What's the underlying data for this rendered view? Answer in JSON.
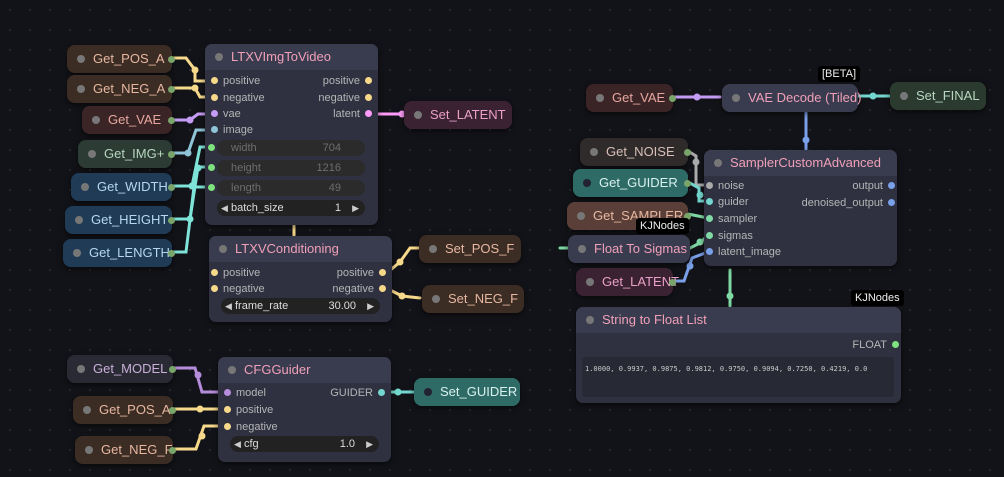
{
  "colors": {
    "canvas": "#121318",
    "latent_wire": "#ff9cf9",
    "int_wire": "#7ee3d8",
    "conditioning_wire": "#f7d98b",
    "vae_wire": "#c59cf5",
    "guider_wire": "#74d7cf",
    "sigmas_wire": "#7fd9a5",
    "model_wire": "#b58ddb"
  },
  "nodes": {
    "get_pos_a": "Get_POS_A",
    "get_neg_a": "Get_NEG_A",
    "get_vae": "Get_VAE",
    "get_img": "Get_IMG+",
    "get_width": "Get_WIDTH",
    "get_height": "Get_HEIGHT",
    "get_length": "Get_LENGTH",
    "ltxv_img_to_video": {
      "title": "LTXVImgToVideo",
      "inputs": [
        "positive",
        "negative",
        "vae",
        "image"
      ],
      "outputs": [
        "positive",
        "negative",
        "latent"
      ],
      "widgets": [
        {
          "label": "width",
          "value": "704"
        },
        {
          "label": "height",
          "value": "1216"
        },
        {
          "label": "length",
          "value": "49"
        },
        {
          "label": "batch_size",
          "value": "1"
        }
      ]
    },
    "set_latent": "Set_LATENT",
    "ltxv_conditioning": {
      "title": "LTXVConditioning",
      "inputs": [
        "positive",
        "negative"
      ],
      "outputs": [
        "positive",
        "negative"
      ],
      "widget": {
        "label": "frame_rate",
        "value": "30.00"
      }
    },
    "set_pos_f": "Set_POS_F",
    "set_neg_f": "Set_NEG_F",
    "get_model": "Get_MODEL",
    "get_pos_a2": "Get_POS_A",
    "get_neg_f": "Get_NEG_F",
    "cfg_guider": {
      "title": "CFGGuider",
      "inputs": [
        "model",
        "positive",
        "negative"
      ],
      "output": "GUIDER",
      "widget": {
        "label": "cfg",
        "value": "1.0"
      }
    },
    "set_guider": "Set_GUIDER",
    "get_vae2": "Get_VAE",
    "vae_decode": {
      "title": "VAE Decode (Tiled)",
      "badge": "[BETA]"
    },
    "set_final": "Set_FINAL",
    "get_noise": "Get_NOISE",
    "get_guider": "Get_GUIDER",
    "get_sampler": "Get_SAMPLER",
    "float_to_sigmas": {
      "title": "Float To Sigmas",
      "badge": "KJNodes"
    },
    "get_latent": "Get_LATENT",
    "sampler_custom_advanced": {
      "title": "SamplerCustomAdvanced",
      "inputs": [
        "noise",
        "guider",
        "sampler",
        "sigmas",
        "latent_image"
      ],
      "outputs": [
        "output",
        "denoised_output"
      ]
    },
    "string_to_float_list": {
      "title": "String to Float List",
      "badge": "KJNodes",
      "output": "FLOAT",
      "text": "1.0000, 0.9937, 0.9875, 0.9812, 0.9750, 0.9094, 0.7250, 0.4219, 0.0"
    }
  }
}
